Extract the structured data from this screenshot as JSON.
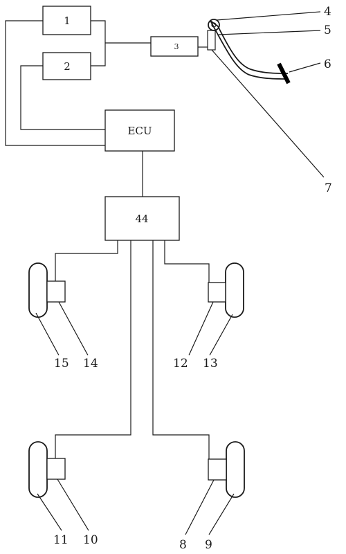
{
  "blocks": {
    "block1": "1",
    "block2": "2",
    "block3": "3",
    "ecu": "ECU",
    "block44": "44"
  },
  "callouts": {
    "c4": "4",
    "c5": "5",
    "c6": "6",
    "c7": "7",
    "c8": "8",
    "c9": "9",
    "c10": "10",
    "c11": "11",
    "c12": "12",
    "c13": "13",
    "c14": "14",
    "c15": "15"
  }
}
